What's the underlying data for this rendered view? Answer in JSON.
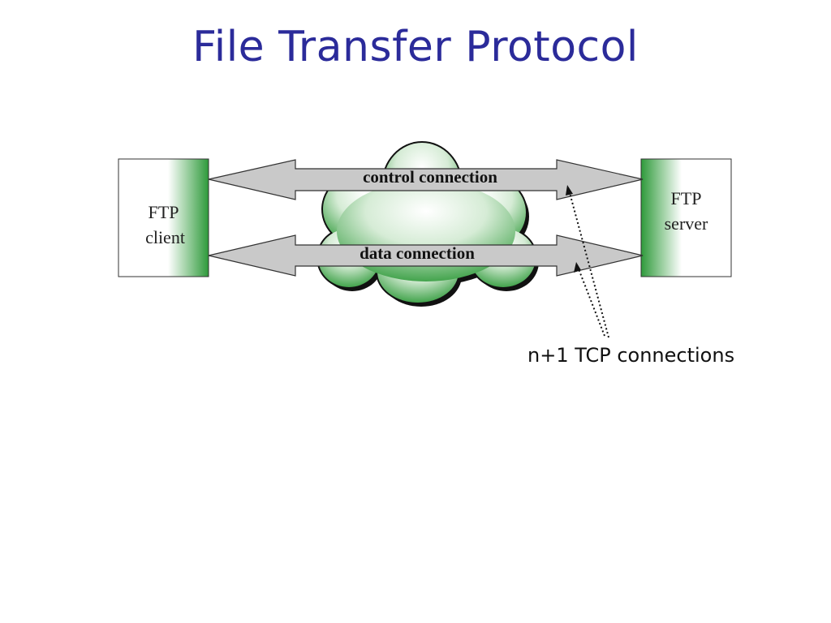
{
  "slide": {
    "title": "File Transfer Protocol"
  },
  "diagram": {
    "client": {
      "line1": "FTP",
      "line2": "client"
    },
    "server": {
      "line1": "FTP",
      "line2": "server"
    },
    "control_connection": "control connection",
    "data_connection": "data connection",
    "annotation": "n+1 TCP connections"
  }
}
